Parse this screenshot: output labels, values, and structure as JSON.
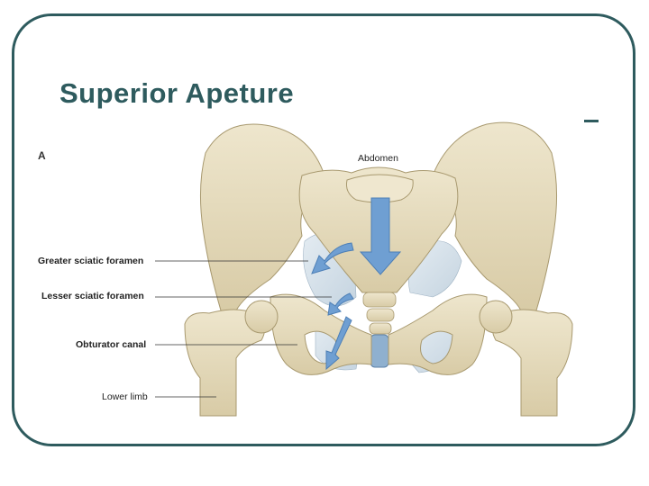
{
  "slide": {
    "title": "Superior Apeture",
    "title_color": "#2e5b5e"
  },
  "figure": {
    "panel_letter": "A",
    "labels": {
      "top": "Abdomen",
      "greater_sciatic": "Greater sciatic foramen",
      "lesser_sciatic": "Lesser sciatic foramen",
      "obturator": "Obturator canal",
      "lower_limb": "Lower limb"
    },
    "colors": {
      "bone": "#e6dcbf",
      "bone_shadow": "#c9bb94",
      "ligament": "#d7e2ea",
      "arrow": "#6f9fd2"
    }
  }
}
